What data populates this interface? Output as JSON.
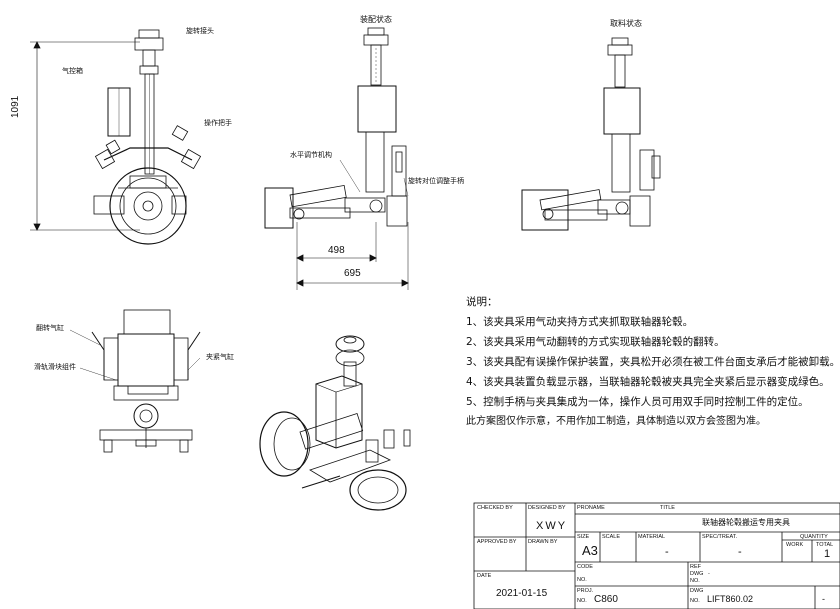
{
  "views": {
    "side_labels": {
      "rotary_head": "旋转接头",
      "control_box": "气控箱",
      "handle": "操作把手"
    },
    "installed_state": {
      "title": "装配状态",
      "left_label": "水平调节机构",
      "right_label": "旋转对位调整手柄",
      "dim_inner": "498",
      "dim_outer": "695"
    },
    "pickup_state": {
      "title": "取料状态"
    },
    "height_dim": "1091",
    "bottom_labels": {
      "flip_cylinder": "翻转气缸",
      "guide_rail": "滑轨滑块组件",
      "clamp_cylinder": "夹紧气缸"
    }
  },
  "notes": {
    "heading": "说明：",
    "items": [
      "1、该夹具采用气动夹持方式夹抓取联轴器轮毂。",
      "2、该夹具采用气动翻转的方式实现联轴器轮毂的翻转。",
      "3、该夹具配有误操作保护装置，夹具松开必须在被工件台面支承后才能被卸载。",
      "4、该夹具装置负载显示器，当联轴器轮毂被夹具完全夹紧后显示器变成绿色。",
      "5、控制手柄与夹具集成为一体，操作人员可用双手同时控制工件的定位。"
    ],
    "footer": "此方案图仅作示意，不用作加工制造，具体制造以双方会签图为准。"
  },
  "title_block": {
    "checked_by": "CHECKED BY",
    "designed_by": "DESIGNED BY",
    "designer": "XWY",
    "approved_by": "APPROVED BY",
    "drawn_by": "DRAWN BY",
    "date_label": "DATE",
    "date": "2021-01-15",
    "proname": "PRONAME",
    "title_label": "TITLE",
    "title": "联轴器轮毂搬运专用夹具",
    "size_label": "SIZE",
    "size": "A3",
    "scale_label": "SCALE",
    "material_label": "MATERIAL",
    "material": "-",
    "spec_label": "SPEC/TREAT.",
    "spec": "-",
    "quantity_label": "QUANTITY",
    "work_label": "WORK",
    "total_label": "TOTAL",
    "total": "1",
    "code_label": "CODE",
    "no_label": "NO.",
    "ref_label": "REF",
    "ref_dwg": "DWG",
    "ref_value": "-",
    "proj_label": "PROJ.",
    "proj": "C860",
    "dwg_label": "DWG",
    "dwg": "LIFT860.02",
    "last": "-"
  }
}
